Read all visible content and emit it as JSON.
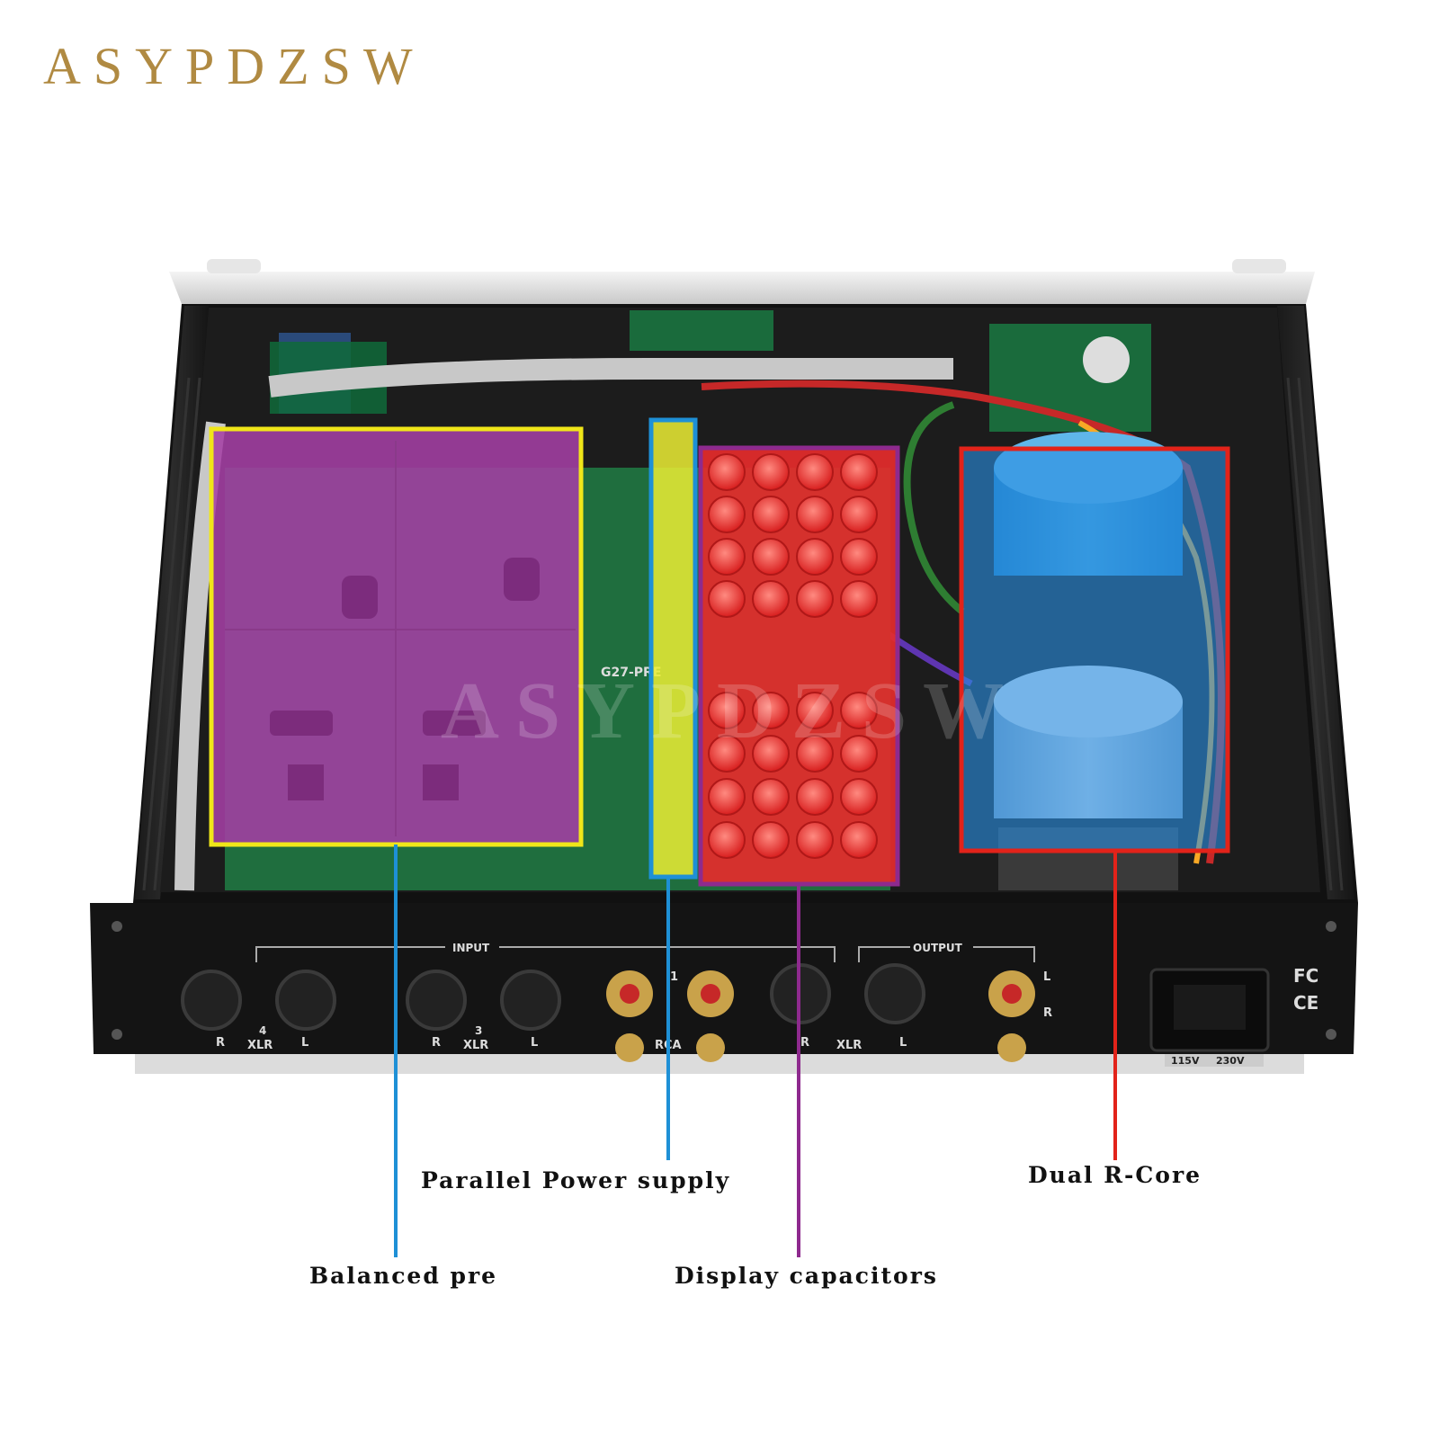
{
  "brand": "ASYPDZSW",
  "watermark": "ASYPDZSW",
  "panel": {
    "input_label": "INPUT",
    "output_label": "OUTPUT",
    "xlr_label": "XLR",
    "rca_label": "RCA",
    "r": "R",
    "l": "L",
    "num_4": "4",
    "num_3": "3",
    "num_1": "1",
    "voltage_115": "115V",
    "voltage_230": "230V",
    "fcc": "FC",
    "ce": "CE"
  },
  "board": {
    "model": "G27-PRE"
  },
  "callouts": {
    "balanced_pre": "Balanced pre",
    "parallel_power": "Parallel Power supply",
    "display_caps": "Display capacitors",
    "dual_rcore": "Dual R-Core"
  },
  "colors": {
    "brand": "#b08a42",
    "balanced_pre": "#f0e619",
    "parallel_power": "#1e90d6",
    "display_caps": "#8e2a8e",
    "dual_rcore": "#e2231a"
  }
}
